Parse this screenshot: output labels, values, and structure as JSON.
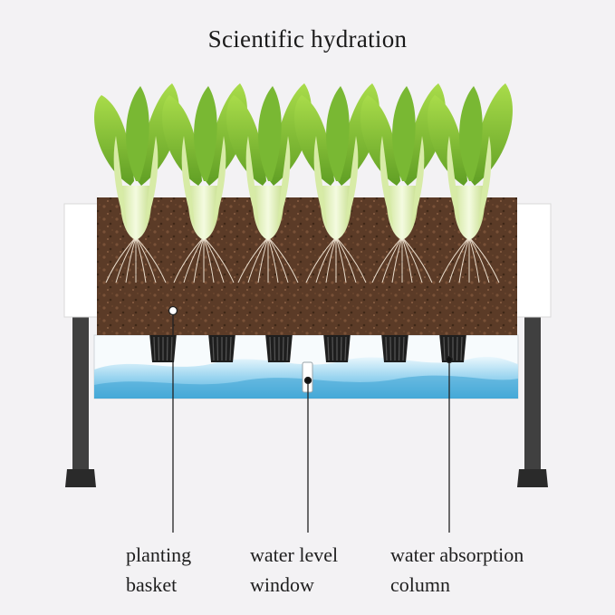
{
  "title": "Scientific hydration",
  "callouts": [
    {
      "line1": "planting",
      "line2": "basket"
    },
    {
      "line1": "water level",
      "line2": "window"
    },
    {
      "line1": "water absorption",
      "line2": "column"
    }
  ],
  "colors": {
    "background": "#f3f2f4",
    "soil": "#5a3a26",
    "water": "#59b6de",
    "frame": "#ffffff",
    "legs": "#3d3d3d",
    "leaf": "#8cc83c",
    "stem": "#e6f1c6"
  },
  "plant_count": 6,
  "basket_count": 6
}
